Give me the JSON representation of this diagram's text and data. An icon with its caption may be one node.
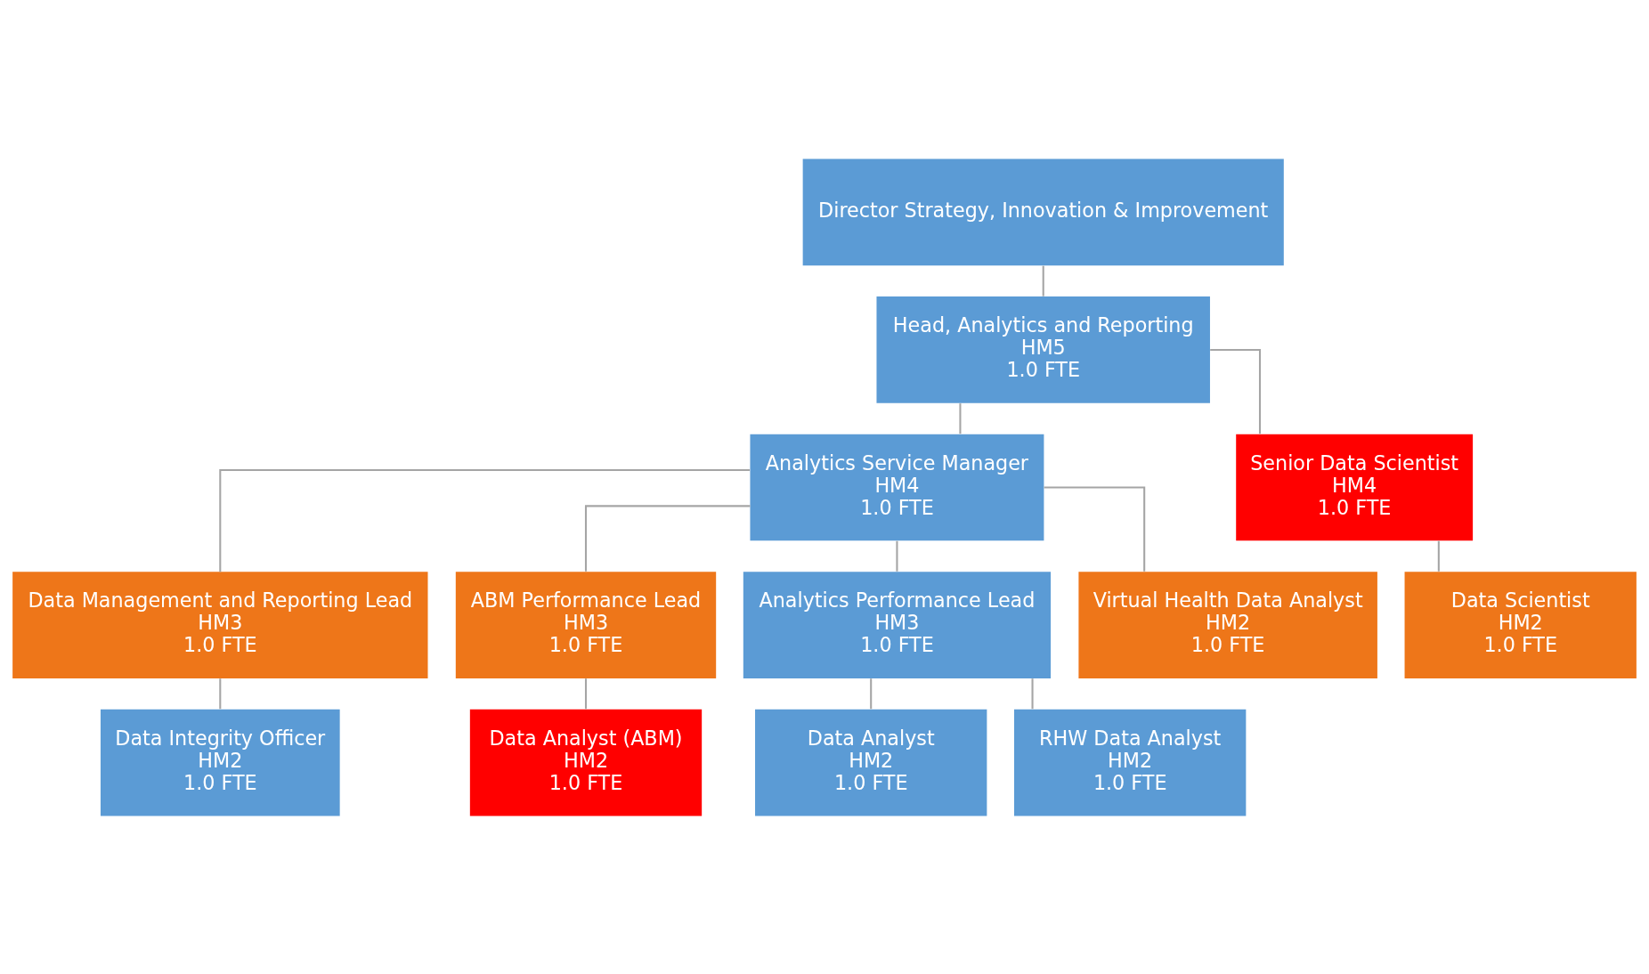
{
  "diagram": {
    "nodes": [
      {
        "text": [
          "Director Strategy, Innovation & Improvement"
        ]
      },
      {
        "text": [
          "Head, Analytics and Reporting",
          "HM5",
          "1.0 FTE"
        ]
      },
      {
        "text": [
          "Analytics Service Manager",
          "HM4",
          "1.0 FTE"
        ]
      },
      {
        "text": [
          "Senior Data Scientist",
          "HM4",
          "1.0 FTE"
        ]
      },
      {
        "text": [
          "Data Management and Reporting Lead",
          "HM3",
          "1.0 FTE"
        ]
      },
      {
        "text": [
          "ABM Performance Lead",
          "HM3",
          "1.0 FTE"
        ]
      },
      {
        "text": [
          "Analytics Performance Lead",
          "HM3",
          "1.0 FTE"
        ]
      },
      {
        "text": [
          "Virtual Health Data Analyst",
          "HM2",
          "1.0 FTE"
        ]
      },
      {
        "text": [
          "Data Scientist",
          "HM2",
          "1.0 FTE"
        ]
      },
      {
        "text": [
          "Data Integrity Officer",
          "HM2",
          "1.0 FTE"
        ]
      },
      {
        "text": [
          "Data Analyst (ABM)",
          "HM2",
          "1.0 FTE"
        ]
      },
      {
        "text": [
          "Data Analyst",
          "HM2",
          "1.0 FTE"
        ]
      },
      {
        "text": [
          "RHW Data Analyst",
          "HM2",
          "1.0 FTE"
        ]
      }
    ],
    "edges": [
      {
        "from": 0,
        "to": 1,
        "arrow": "none"
      },
      {
        "from": 1,
        "to": 2,
        "arrow": "none"
      },
      {
        "from": 1,
        "to": 3,
        "arrow": "none"
      },
      {
        "from": 2,
        "to": 4,
        "arrow": "none"
      },
      {
        "from": 2,
        "to": 5,
        "arrow": "none"
      },
      {
        "from": 2,
        "to": 6,
        "arrow": "none"
      },
      {
        "from": 2,
        "to": 7,
        "arrow": "none"
      },
      {
        "from": 3,
        "to": 8,
        "arrow": "none"
      },
      {
        "from": 4,
        "to": 9,
        "arrow": "none"
      },
      {
        "from": 5,
        "to": 10,
        "arrow": "none"
      },
      {
        "from": 6,
        "to": 11,
        "arrow": "none"
      },
      {
        "from": 6,
        "to": 12,
        "arrow": "none"
      }
    ]
  }
}
